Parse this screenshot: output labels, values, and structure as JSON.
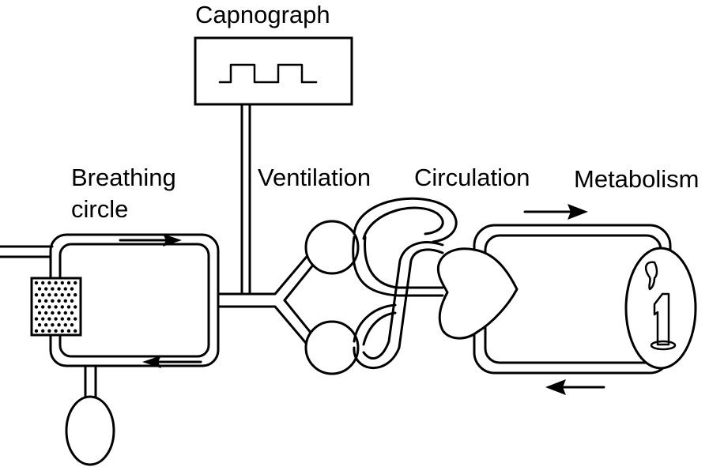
{
  "labels": {
    "capnograph": "Capnograph",
    "breathing_circle_line1": "Breathing",
    "breathing_circle_line2": "circle",
    "ventilation": "Ventilation",
    "circulation": "Circulation",
    "metabolism": "Metabolism"
  },
  "icons": [
    "capnograph-waveform-icon",
    "co2-absorber-icon",
    "reservoir-bag-icon",
    "lung-icon",
    "heart-icon",
    "candle-flame-icon",
    "flow-arrow-icon"
  ],
  "colors": {
    "line": "#000000",
    "background": "#ffffff"
  }
}
